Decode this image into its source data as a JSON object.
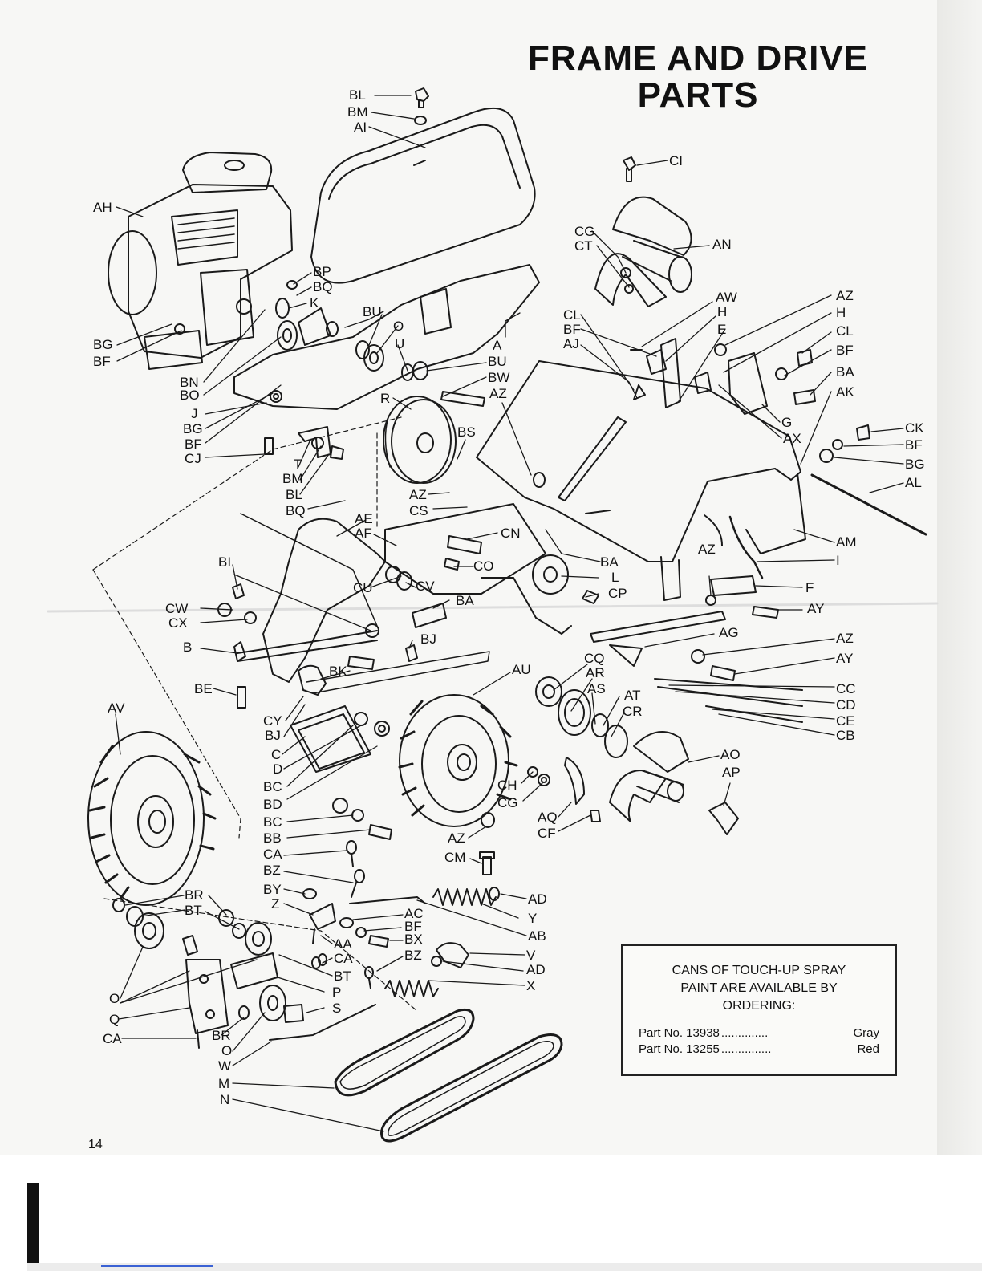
{
  "title": "FRAME AND DRIVE\nPARTS",
  "page_number": "14",
  "paint_box": {
    "heading": "CANS OF TOUCH-UP SPRAY PAINT ARE AVAILABLE BY ORDERING:",
    "rows": [
      {
        "part": "Part No. 13938",
        "dots": "..............",
        "color": "Gray"
      },
      {
        "part": "Part No. 13255",
        "dots": "...............",
        "color": "Red"
      }
    ]
  },
  "callouts": [
    {
      "id": "BL-top",
      "text": "BL"
    },
    {
      "id": "BM-top",
      "text": "BM"
    },
    {
      "id": "AI",
      "text": "AI"
    },
    {
      "id": "CI",
      "text": "CI"
    },
    {
      "id": "AH",
      "text": "AH"
    },
    {
      "id": "CG-top",
      "text": "CG"
    },
    {
      "id": "CT",
      "text": "CT"
    },
    {
      "id": "AN",
      "text": "AN"
    },
    {
      "id": "BP",
      "text": "BP"
    },
    {
      "id": "BQ-top",
      "text": "BQ"
    },
    {
      "id": "K",
      "text": "K"
    },
    {
      "id": "BU-1",
      "text": "BU"
    },
    {
      "id": "O-top",
      "text": "O"
    },
    {
      "id": "U",
      "text": "U"
    },
    {
      "id": "A",
      "text": "A"
    },
    {
      "id": "BG-left",
      "text": "BG"
    },
    {
      "id": "BF-left",
      "text": "BF"
    },
    {
      "id": "BN",
      "text": "BN"
    },
    {
      "id": "BO",
      "text": "BO"
    },
    {
      "id": "J",
      "text": "J"
    },
    {
      "id": "BG-mid",
      "text": "BG"
    },
    {
      "id": "BF-mid",
      "text": "BF"
    },
    {
      "id": "CJ",
      "text": "CJ"
    },
    {
      "id": "BU-2",
      "text": "BU"
    },
    {
      "id": "BW",
      "text": "BW"
    },
    {
      "id": "AZ-1",
      "text": "AZ"
    },
    {
      "id": "R",
      "text": "R"
    },
    {
      "id": "BS",
      "text": "BS"
    },
    {
      "id": "T",
      "text": "T"
    },
    {
      "id": "BM-mid",
      "text": "BM"
    },
    {
      "id": "BL-mid",
      "text": "BL"
    },
    {
      "id": "BQ-mid",
      "text": "BQ"
    },
    {
      "id": "AZ-2",
      "text": "AZ"
    },
    {
      "id": "CS",
      "text": "CS"
    },
    {
      "id": "CL-1",
      "text": "CL"
    },
    {
      "id": "BF-r1",
      "text": "BF"
    },
    {
      "id": "AJ",
      "text": "AJ"
    },
    {
      "id": "AW",
      "text": "AW"
    },
    {
      "id": "H-1",
      "text": "H"
    },
    {
      "id": "E",
      "text": "E"
    },
    {
      "id": "AZ-r",
      "text": "AZ"
    },
    {
      "id": "H-2",
      "text": "H"
    },
    {
      "id": "CL-2",
      "text": "CL"
    },
    {
      "id": "BF-r2",
      "text": "BF"
    },
    {
      "id": "BA-r",
      "text": "BA"
    },
    {
      "id": "AK",
      "text": "AK"
    },
    {
      "id": "G",
      "text": "G"
    },
    {
      "id": "AX",
      "text": "AX"
    },
    {
      "id": "CK",
      "text": "CK"
    },
    {
      "id": "BF-r3",
      "text": "BF"
    },
    {
      "id": "BG-r",
      "text": "BG"
    },
    {
      "id": "AL",
      "text": "AL"
    },
    {
      "id": "AE",
      "text": "AE"
    },
    {
      "id": "AF",
      "text": "AF"
    },
    {
      "id": "CN",
      "text": "CN"
    },
    {
      "id": "CO",
      "text": "CO"
    },
    {
      "id": "BI",
      "text": "BI"
    },
    {
      "id": "CU",
      "text": "CU"
    },
    {
      "id": "CV",
      "text": "CV"
    },
    {
      "id": "BA-mid",
      "text": "BA"
    },
    {
      "id": "CW",
      "text": "CW"
    },
    {
      "id": "CX",
      "text": "CX"
    },
    {
      "id": "BA-low",
      "text": "BA"
    },
    {
      "id": "L",
      "text": "L"
    },
    {
      "id": "CP",
      "text": "CP"
    },
    {
      "id": "AM",
      "text": "AM"
    },
    {
      "id": "I",
      "text": "I"
    },
    {
      "id": "AZ-3",
      "text": "AZ"
    },
    {
      "id": "F",
      "text": "F"
    },
    {
      "id": "AY-1",
      "text": "AY"
    },
    {
      "id": "AG",
      "text": "AG"
    },
    {
      "id": "AZ-4",
      "text": "AZ"
    },
    {
      "id": "AY-2",
      "text": "AY"
    },
    {
      "id": "B",
      "text": "B"
    },
    {
      "id": "BJ-1",
      "text": "BJ"
    },
    {
      "id": "BK",
      "text": "BK"
    },
    {
      "id": "BE",
      "text": "BE"
    },
    {
      "id": "AU",
      "text": "AU"
    },
    {
      "id": "CQ",
      "text": "CQ"
    },
    {
      "id": "AR",
      "text": "AR"
    },
    {
      "id": "AS",
      "text": "AS"
    },
    {
      "id": "AT",
      "text": "AT"
    },
    {
      "id": "CR",
      "text": "CR"
    },
    {
      "id": "CC",
      "text": "CC"
    },
    {
      "id": "CD",
      "text": "CD"
    },
    {
      "id": "CE",
      "text": "CE"
    },
    {
      "id": "CB",
      "text": "CB"
    },
    {
      "id": "AV",
      "text": "AV"
    },
    {
      "id": "CY",
      "text": "CY"
    },
    {
      "id": "BJ-2",
      "text": "BJ"
    },
    {
      "id": "C",
      "text": "C"
    },
    {
      "id": "D",
      "text": "D"
    },
    {
      "id": "AO",
      "text": "AO"
    },
    {
      "id": "AP",
      "text": "AP"
    },
    {
      "id": "CH",
      "text": "CH"
    },
    {
      "id": "CG-low",
      "text": "CG"
    },
    {
      "id": "BC-1",
      "text": "BC"
    },
    {
      "id": "BD",
      "text": "BD"
    },
    {
      "id": "BC-2",
      "text": "BC"
    },
    {
      "id": "BB",
      "text": "BB"
    },
    {
      "id": "AQ",
      "text": "AQ"
    },
    {
      "id": "CF",
      "text": "CF"
    },
    {
      "id": "AZ-5",
      "text": "AZ"
    },
    {
      "id": "CM",
      "text": "CM"
    },
    {
      "id": "CA-1",
      "text": "CA"
    },
    {
      "id": "BZ-1",
      "text": "BZ"
    },
    {
      "id": "BY",
      "text": "BY"
    },
    {
      "id": "Z",
      "text": "Z"
    },
    {
      "id": "AD-1",
      "text": "AD"
    },
    {
      "id": "Y",
      "text": "Y"
    },
    {
      "id": "AC",
      "text": "AC"
    },
    {
      "id": "BF-low",
      "text": "BF"
    },
    {
      "id": "AB",
      "text": "AB"
    },
    {
      "id": "BX",
      "text": "BX"
    },
    {
      "id": "AA",
      "text": "AA"
    },
    {
      "id": "CA-2",
      "text": "CA"
    },
    {
      "id": "BZ-2",
      "text": "BZ"
    },
    {
      "id": "V",
      "text": "V"
    },
    {
      "id": "AD-2",
      "text": "AD"
    },
    {
      "id": "BT-1",
      "text": "BT"
    },
    {
      "id": "X",
      "text": "X"
    },
    {
      "id": "P",
      "text": "P"
    },
    {
      "id": "S",
      "text": "S"
    },
    {
      "id": "BR-1",
      "text": "BR"
    },
    {
      "id": "BT-2",
      "text": "BT"
    },
    {
      "id": "O-low",
      "text": "O"
    },
    {
      "id": "Q",
      "text": "Q"
    },
    {
      "id": "CA-3",
      "text": "CA"
    },
    {
      "id": "BR-2",
      "text": "BR"
    },
    {
      "id": "O-bot",
      "text": "O"
    },
    {
      "id": "W",
      "text": "W"
    },
    {
      "id": "M",
      "text": "M"
    },
    {
      "id": "N",
      "text": "N"
    }
  ]
}
